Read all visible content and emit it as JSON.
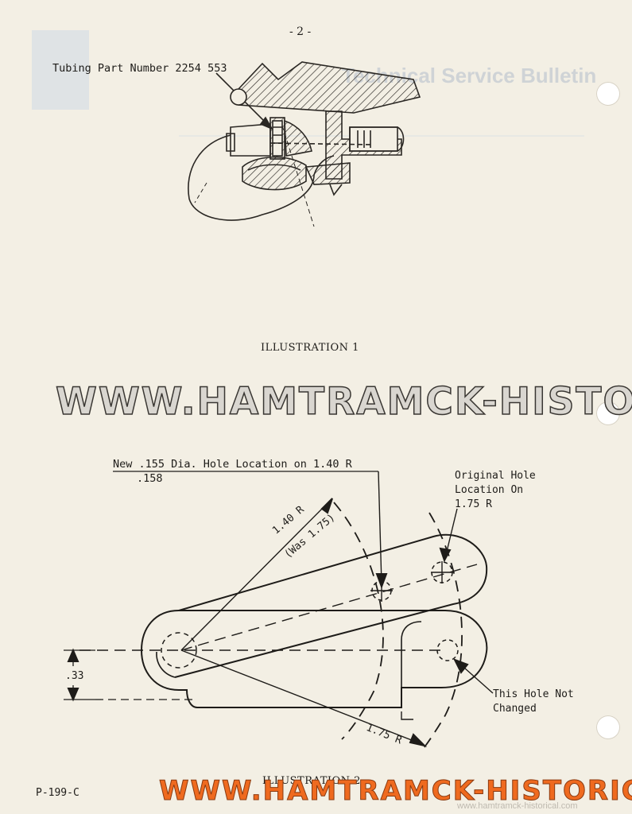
{
  "page": {
    "number": "- 2 -",
    "code": "P-199-C"
  },
  "illustration1": {
    "callout": "Tubing Part Number 2254 553",
    "caption": "ILLUSTRATION 1"
  },
  "illustration2": {
    "new_hole_label": "New .155 Dia. Hole Location on 1.40 R",
    "new_hole_tolerance": ".158",
    "original_hole_line1": "Original Hole",
    "original_hole_line2": "Location On",
    "original_hole_line3": "1.75 R",
    "radius_new": "1.40 R",
    "radius_was": "(Was 1.75)",
    "dimension": ".33",
    "unchanged_line1": "This Hole Not",
    "unchanged_line2": "Changed",
    "radius_original": "1.75 R",
    "caption": "ILLUSTRATION 2"
  },
  "bleed_through": {
    "header_title": "Technical Service Bulletin"
  },
  "watermark": {
    "text": "WWW.HAMTRAMCK-HISTORICAL.COM",
    "site": "www.hamtramck-historical.com",
    "color_top": "#d9d6d0",
    "color_bottom": "#ef6a1f"
  }
}
